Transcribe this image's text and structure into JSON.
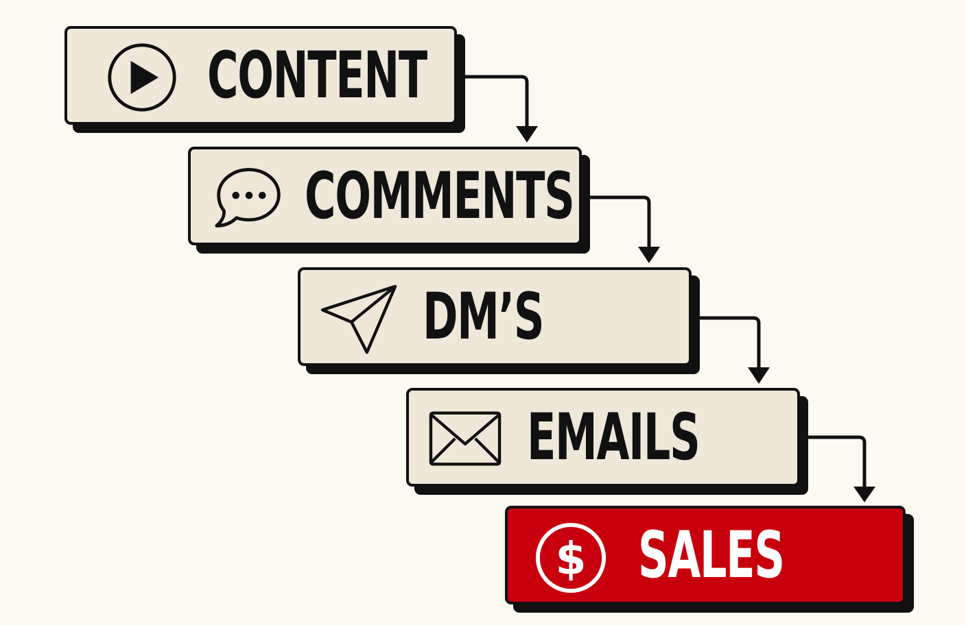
{
  "steps": [
    {
      "label": "CONTENT",
      "icon": "play-icon"
    },
    {
      "label": "COMMENTS",
      "icon": "speech-bubble-icon"
    },
    {
      "label": "DM’S",
      "icon": "paper-plane-icon"
    },
    {
      "label": "EMAILS",
      "icon": "envelope-icon"
    },
    {
      "label": "SALES",
      "icon": "dollar-circle-icon"
    }
  ],
  "colors": {
    "background": "#fcf9f1",
    "box_fill": "#efe8d9",
    "outline": "#111111",
    "accent": "#c8000e",
    "accent_text": "#ffffff"
  }
}
